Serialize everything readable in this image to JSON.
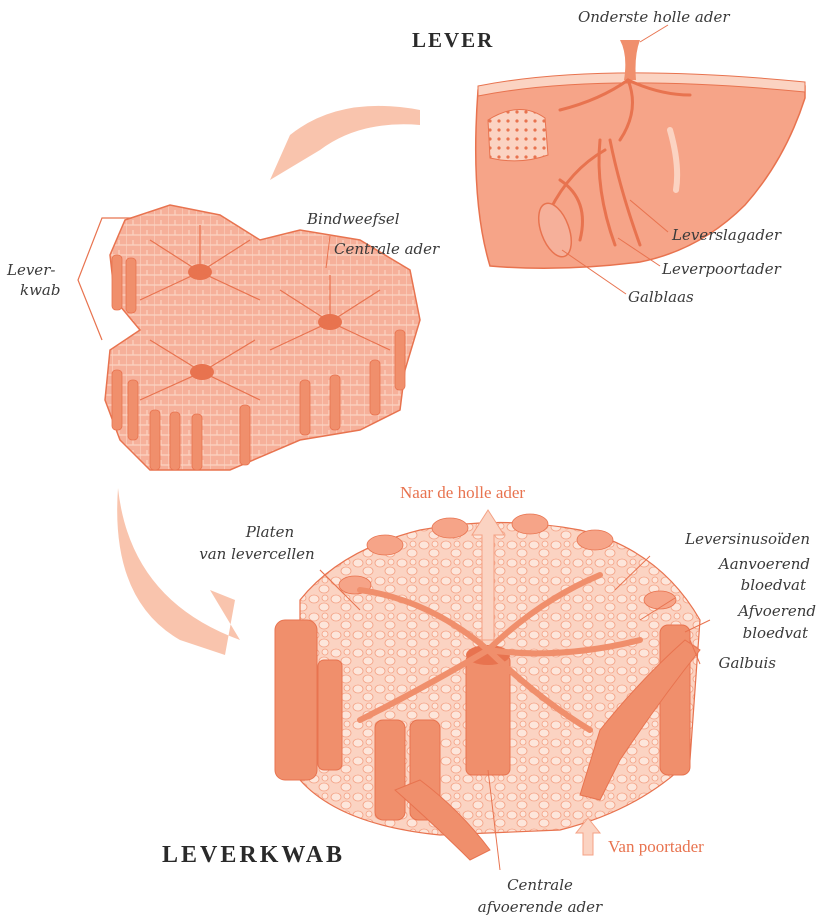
{
  "titles": {
    "liver": "LEVER",
    "lobule": "LEVERKWAB"
  },
  "labels": {
    "inferior_vena_cava": "Onderste holle ader",
    "hepatic_artery": "Leverslagader",
    "portal_vein": "Leverpoortader",
    "gallbladder": "Galblaas",
    "connective_tissue": "Bindweefsel",
    "central_vein": "Centrale ader",
    "lobule_line1": "Lever-",
    "lobule_line2": "kwab",
    "plates_line1": "Platen",
    "plates_line2": "van levercellen",
    "sinusoids": "Leversinusoïden",
    "afferent_line1": "Aanvoerend",
    "afferent_line2": "bloedvat",
    "efferent_line1": "Afvoerend",
    "efferent_line2": "bloedvat",
    "bile_duct": "Galbuis",
    "central_efferent_line1": "Centrale",
    "central_efferent_line2": "afvoerende ader",
    "to_vena_cava": "Naar de holle ader",
    "from_portal_vein": "Van poortader"
  },
  "colors": {
    "tissue": "#f4a184",
    "tissue_dark": "#e8734f",
    "tissue_light": "#fbd3c2",
    "arrow": "#f9c4ad",
    "leader": "#e8734f"
  }
}
